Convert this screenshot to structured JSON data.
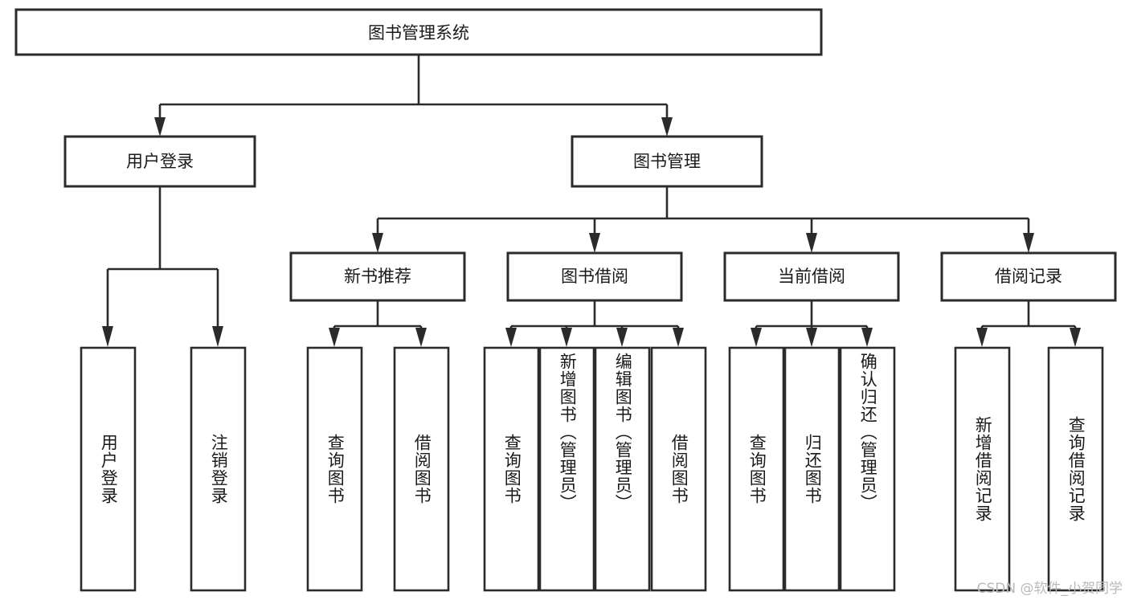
{
  "diagram": {
    "title": "图书管理系统",
    "type": "tree",
    "root": {
      "label": "图书管理系统",
      "children": [
        {
          "label": "用户登录",
          "children": [
            {
              "label": "用户登录"
            },
            {
              "label": "注销登录"
            }
          ]
        },
        {
          "label": "图书管理",
          "children": [
            {
              "label": "新书推荐",
              "children": [
                {
                  "label": "查询图书"
                },
                {
                  "label": "借阅图书"
                }
              ]
            },
            {
              "label": "图书借阅",
              "children": [
                {
                  "label": "查询图书"
                },
                {
                  "label": "新增图书（管理员）"
                },
                {
                  "label": "编辑图书（管理员）"
                },
                {
                  "label": "借阅图书"
                }
              ]
            },
            {
              "label": "当前借阅",
              "children": [
                {
                  "label": "查询图书"
                },
                {
                  "label": "归还图书"
                },
                {
                  "label": "确认归还（管理员）"
                }
              ]
            },
            {
              "label": "借阅记录",
              "children": [
                {
                  "label": "新增借阅记录"
                },
                {
                  "label": "查询借阅记录"
                }
              ]
            }
          ]
        }
      ]
    },
    "nodes": {
      "root": "图书管理系统",
      "user_login": "用户登录",
      "book_manage": "图书管理",
      "new_book_rec": "新书推荐",
      "book_borrow": "图书借阅",
      "current_borrow": "当前借阅",
      "borrow_record": "借阅记录",
      "leaf_user_login": "用户登录",
      "leaf_logout": "注销登录",
      "leaf_rec_query": "查询图书",
      "leaf_rec_borrow": "借阅图书",
      "leaf_borrow_query": "查询图书",
      "leaf_borrow_add": "新增图书（管理员）",
      "leaf_borrow_edit": "编辑图书（管理员）",
      "leaf_borrow_do": "借阅图书",
      "leaf_cur_query": "查询图书",
      "leaf_cur_return": "归还图书",
      "leaf_cur_confirm": "确认归还（管理员）",
      "leaf_rec_add": "新增借阅记录",
      "leaf_rec_query2": "查询借阅记录"
    },
    "colors": {
      "stroke": "#2b2b2b",
      "fill": "#ffffff",
      "text": "#1a1a1a",
      "watermark": "#b9b9b9"
    }
  },
  "watermark": {
    "text": "CSDN @软件_小贺同学"
  }
}
